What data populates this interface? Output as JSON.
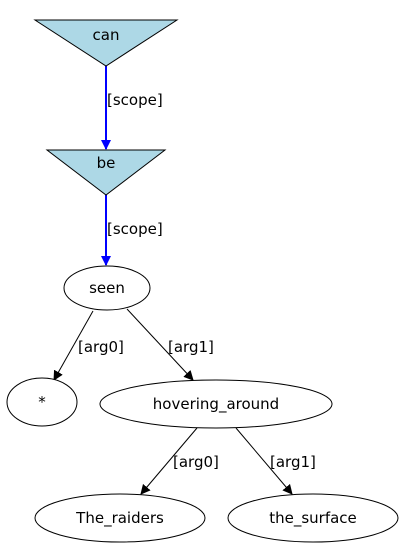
{
  "colors": {
    "modal_fill": "#add8e6",
    "scope_edge": "#0000ff",
    "edge": "#000000",
    "background": "#ffffff"
  },
  "nodes": {
    "can": {
      "label": "can",
      "shape": "inverted-triangle"
    },
    "be": {
      "label": "be",
      "shape": "inverted-triangle"
    },
    "seen": {
      "label": "seen",
      "shape": "ellipse"
    },
    "star": {
      "label": "*",
      "shape": "ellipse"
    },
    "hovering_around": {
      "label": "hovering_around",
      "shape": "ellipse"
    },
    "the_raiders": {
      "label": "The_raiders",
      "shape": "ellipse"
    },
    "the_surface": {
      "label": "the_surface",
      "shape": "ellipse"
    }
  },
  "edges": {
    "can_be": {
      "label": "[scope]",
      "kind": "scope"
    },
    "be_seen": {
      "label": "[scope]",
      "kind": "scope"
    },
    "seen_star": {
      "label": "[arg0]",
      "kind": "argument"
    },
    "seen_hovering": {
      "label": "[arg1]",
      "kind": "argument"
    },
    "hovering_raiders": {
      "label": "[arg0]",
      "kind": "argument"
    },
    "hovering_surface": {
      "label": "[arg1]",
      "kind": "argument"
    }
  }
}
